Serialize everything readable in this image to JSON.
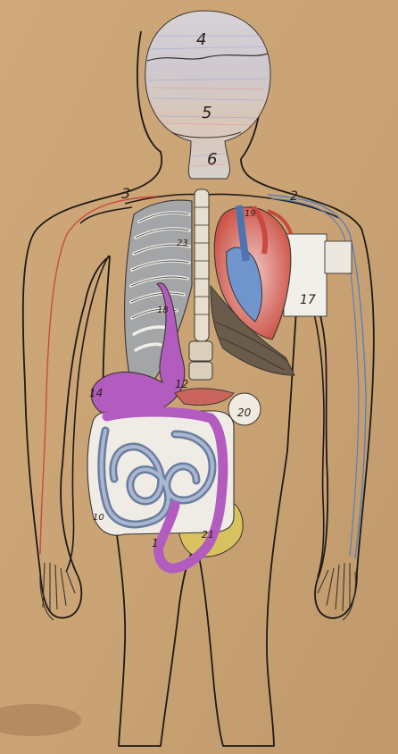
{
  "image": {
    "subject": "hand-drawn paper cutout of human anatomy on kraft paper",
    "colors": {
      "paper": "#c9a374",
      "outline": "#1e1a17",
      "artery_red": "#c94b3f",
      "vein_blue": "#5b7fb8",
      "stomach_purple": "#b25cc0",
      "intestine_blue": "#7f95b8",
      "pelvis_yellow": "#d7c25f",
      "ribs_grey": "#8d8e90",
      "cutout_white": "#f1efe9"
    }
  },
  "labels": {
    "head_top": "4",
    "head_mid": "5",
    "neck": "6",
    "left_clavicle": "3",
    "right_clavicle": "2",
    "heart_top": "19",
    "heart_side": "17",
    "ribs": "23",
    "esophagus": "18",
    "stomach": "12",
    "left_abdomen": "14",
    "kidney": "20",
    "appendix": "10",
    "colon": "1",
    "pelvis": "21"
  }
}
